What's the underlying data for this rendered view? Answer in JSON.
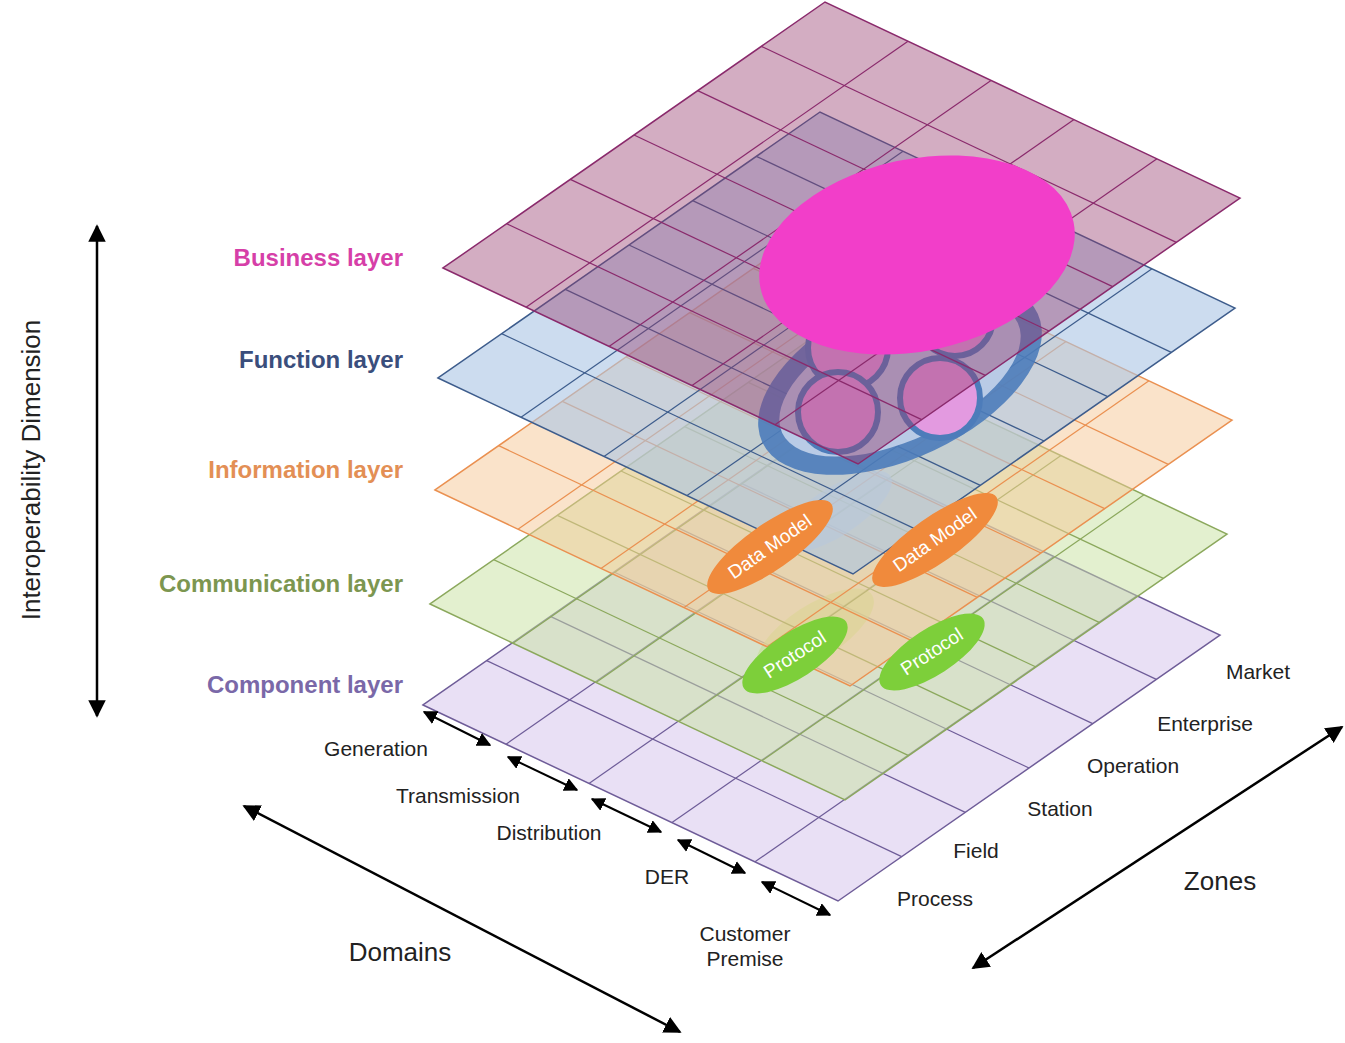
{
  "diagram": {
    "nodes": [
      {
        "text": [
          "Data Model"
        ]
      },
      {
        "text": [
          "Data Model"
        ]
      },
      {
        "text": [
          "Protocol"
        ]
      },
      {
        "text": [
          "Protocol"
        ]
      }
    ],
    "labels": [
      "Business layer",
      "Function layer",
      "Information layer",
      "Communication layer",
      "Component layer",
      "Interoperability Dimension",
      "Generation",
      "Transmission",
      "Distribution",
      "DER",
      "Customer Premise",
      "Market",
      "Enterprise",
      "Operation",
      "Station",
      "Field",
      "Process",
      "Domains",
      "Zones"
    ]
  }
}
